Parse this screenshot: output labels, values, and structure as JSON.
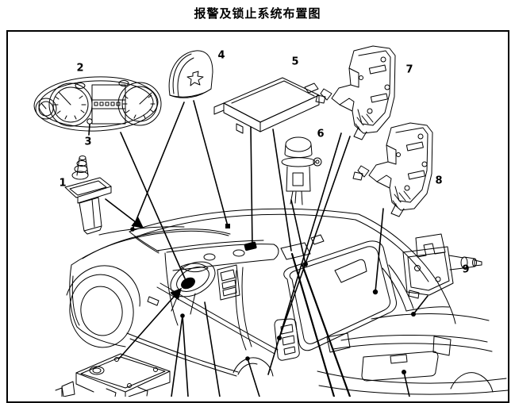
{
  "page": {
    "title": "报警及锁止系统布置图",
    "background_color": "#ffffff",
    "line_color": "#000000"
  },
  "diagram": {
    "frame": {
      "border_color": "#000000"
    },
    "callouts": [
      {
        "label": "1"
      },
      {
        "label": "2"
      },
      {
        "label": "3"
      },
      {
        "label": "4"
      },
      {
        "label": "5"
      },
      {
        "label": "6"
      },
      {
        "label": "7"
      },
      {
        "label": "8"
      },
      {
        "label": "9"
      }
    ]
  }
}
